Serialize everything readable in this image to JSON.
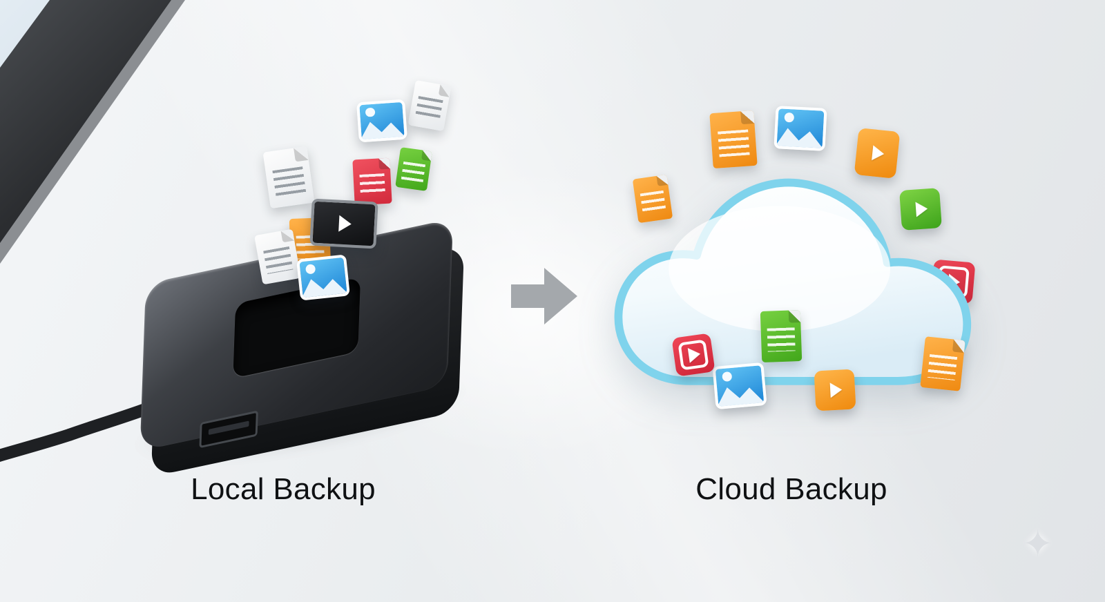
{
  "title": "Local to Cloud Backup illustration",
  "labels": {
    "left": "Local Backup",
    "right": "Cloud Backup"
  },
  "left_scene": {
    "device": "external-hard-drive",
    "device_details": [
      "usb-cable",
      "usb-port",
      "drive-slot"
    ],
    "file_icons": [
      {
        "name": "document-icon",
        "color": "#ffffff"
      },
      {
        "name": "image-icon",
        "color": "#2e9be6"
      },
      {
        "name": "document-icon",
        "color": "#56b82c"
      },
      {
        "name": "document-icon",
        "color": "#e43a4b"
      },
      {
        "name": "document-icon",
        "color": "#ffffff"
      },
      {
        "name": "video-player-icon",
        "color": "#17181a"
      },
      {
        "name": "document-icon",
        "color": "#f59a1f"
      },
      {
        "name": "document-icon",
        "color": "#ffffff"
      },
      {
        "name": "image-icon",
        "color": "#2e9be6"
      }
    ]
  },
  "right_scene": {
    "device": "cloud",
    "file_icons": [
      {
        "name": "document-icon",
        "color": "#f59a1f"
      },
      {
        "name": "image-icon",
        "color": "#2e9be6"
      },
      {
        "name": "video-icon",
        "color": "#f59a1f"
      },
      {
        "name": "video-icon",
        "color": "#56b82c"
      },
      {
        "name": "document-icon",
        "color": "#f59a1f"
      },
      {
        "name": "video-icon",
        "color": "#e43a4b"
      },
      {
        "name": "document-icon",
        "color": "#f59a1f"
      },
      {
        "name": "video-icon",
        "color": "#f59a1f"
      },
      {
        "name": "document-icon",
        "color": "#56b82c"
      },
      {
        "name": "image-icon",
        "color": "#2e9be6"
      },
      {
        "name": "video-icon",
        "color": "#e43a4b"
      }
    ]
  },
  "arrow": {
    "direction": "right",
    "color": "#a4a8ac"
  },
  "sparkle": {
    "glyph": "✦",
    "color": "#dcdfe3"
  },
  "colors": {
    "background": "#edf0f2",
    "cloud_outline": "#7fd3ec",
    "text": "#0f1113",
    "orange": "#f59a1f",
    "green": "#56b82c",
    "red": "#e43a4b",
    "blue": "#2e9be6"
  }
}
